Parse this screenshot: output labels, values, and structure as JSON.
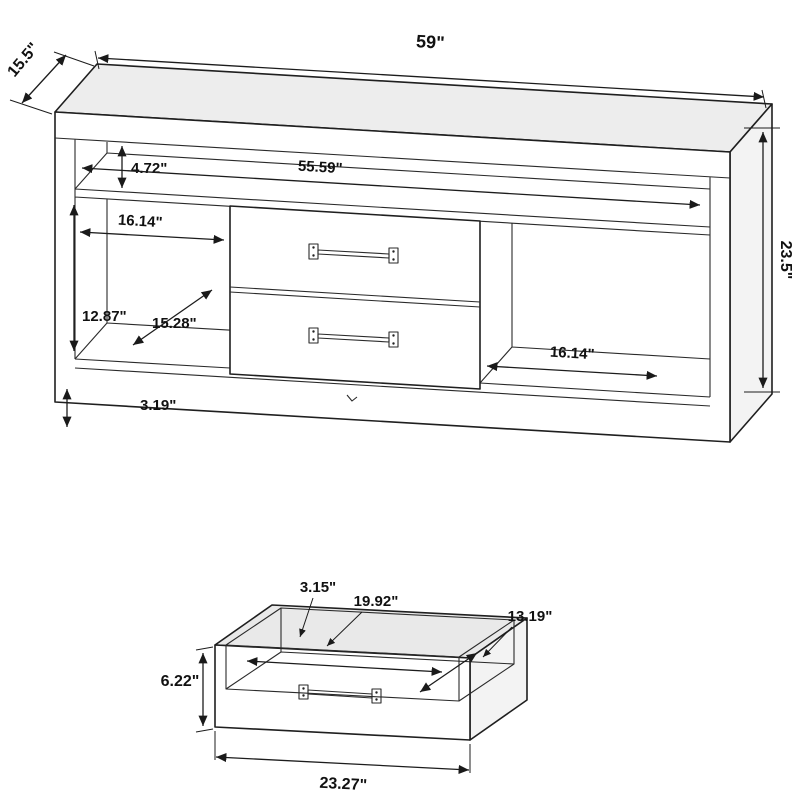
{
  "diagram": {
    "stand": {
      "width": "59\"",
      "depth": "15.5\"",
      "height": "23.5\"",
      "shelf_opening_height": "4.72\"",
      "interior_width": "55.59\"",
      "left_compartment_width": "16.14\"",
      "compartment_height": "12.87\"",
      "shelf_depth": "15.28\"",
      "base_height": "3.19\"",
      "right_compartment_width": "16.14\""
    },
    "drawer": {
      "top_inset": "3.15\"",
      "interior_width": "19.92\"",
      "interior_depth": "13.19\"",
      "front_height": "6.22\"",
      "width": "23.27\""
    }
  }
}
